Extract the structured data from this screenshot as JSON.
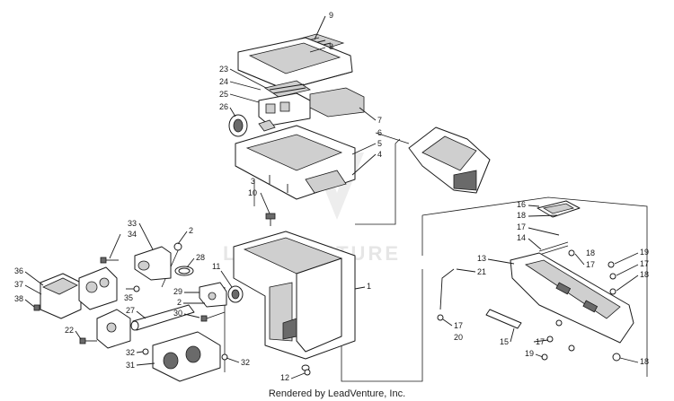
{
  "watermark": {
    "text": "LEADVENTURE"
  },
  "footer": {
    "text": "Rendered by LeadVenture, Inc."
  },
  "callouts": [
    {
      "id": "c9",
      "label": "9"
    },
    {
      "id": "c8",
      "label": "8"
    },
    {
      "id": "c23",
      "label": "23"
    },
    {
      "id": "c24",
      "label": "24"
    },
    {
      "id": "c25",
      "label": "25"
    },
    {
      "id": "c26",
      "label": "26"
    },
    {
      "id": "c7",
      "label": "7"
    },
    {
      "id": "c6",
      "label": "6"
    },
    {
      "id": "c5",
      "label": "5"
    },
    {
      "id": "c4",
      "label": "4"
    },
    {
      "id": "c3",
      "label": "3"
    },
    {
      "id": "c10",
      "label": "10"
    },
    {
      "id": "c33",
      "label": "33"
    },
    {
      "id": "c34",
      "label": "34"
    },
    {
      "id": "c2a",
      "label": "2"
    },
    {
      "id": "c28",
      "label": "28"
    },
    {
      "id": "c11",
      "label": "11"
    },
    {
      "id": "c36",
      "label": "36"
    },
    {
      "id": "c37",
      "label": "37"
    },
    {
      "id": "c38",
      "label": "38"
    },
    {
      "id": "c35",
      "label": "35"
    },
    {
      "id": "c29",
      "label": "29"
    },
    {
      "id": "c2b",
      "label": "2"
    },
    {
      "id": "c27",
      "label": "27"
    },
    {
      "id": "c30",
      "label": "30"
    },
    {
      "id": "c22",
      "label": "22"
    },
    {
      "id": "c32a",
      "label": "32"
    },
    {
      "id": "c31",
      "label": "31"
    },
    {
      "id": "c32b",
      "label": "32"
    },
    {
      "id": "c12",
      "label": "12"
    },
    {
      "id": "c1",
      "label": "1"
    },
    {
      "id": "c16",
      "label": "16"
    },
    {
      "id": "c18a",
      "label": "18"
    },
    {
      "id": "c17a",
      "label": "17"
    },
    {
      "id": "c14",
      "label": "14"
    },
    {
      "id": "c13",
      "label": "13"
    },
    {
      "id": "c21",
      "label": "21"
    },
    {
      "id": "c18b",
      "label": "18"
    },
    {
      "id": "c17b",
      "label": "17"
    },
    {
      "id": "c19a",
      "label": "19"
    },
    {
      "id": "c17c",
      "label": "17"
    },
    {
      "id": "c18c",
      "label": "18"
    },
    {
      "id": "c17d",
      "label": "17"
    },
    {
      "id": "c20",
      "label": "20"
    },
    {
      "id": "c15",
      "label": "15"
    },
    {
      "id": "c17e",
      "label": "17"
    },
    {
      "id": "c19b",
      "label": "19"
    },
    {
      "id": "c18d",
      "label": "18"
    }
  ]
}
